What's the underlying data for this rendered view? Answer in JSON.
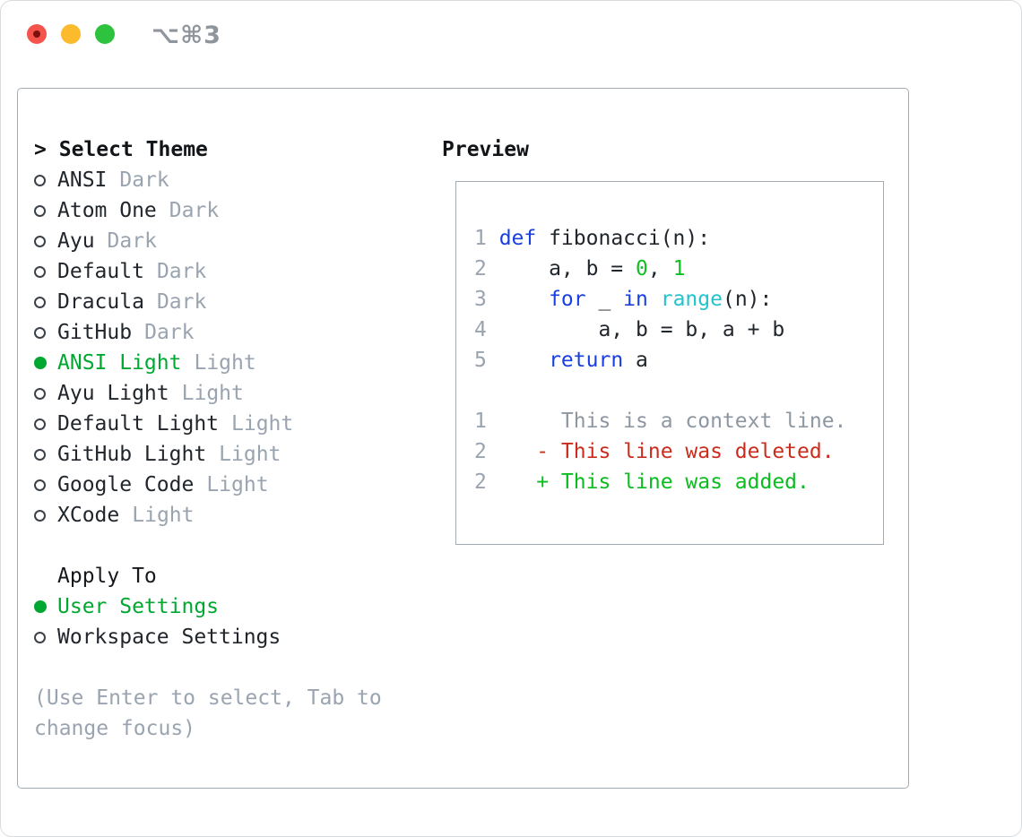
{
  "titlebar": {
    "shortcut": "⌥⌘3",
    "buttons": [
      "close",
      "minimize",
      "zoom"
    ]
  },
  "picker": {
    "prompt": ">",
    "title": "Select Theme",
    "themes": [
      {
        "name": "ANSI",
        "variant": "Dark",
        "selected": false
      },
      {
        "name": "Atom One",
        "variant": "Dark",
        "selected": false
      },
      {
        "name": "Ayu",
        "variant": "Dark",
        "selected": false
      },
      {
        "name": "Default",
        "variant": "Dark",
        "selected": false
      },
      {
        "name": "Dracula",
        "variant": "Dark",
        "selected": false
      },
      {
        "name": "GitHub",
        "variant": "Dark",
        "selected": false
      },
      {
        "name": "ANSI Light",
        "variant": "Light",
        "selected": true
      },
      {
        "name": "Ayu Light",
        "variant": "Light",
        "selected": false
      },
      {
        "name": "Default Light",
        "variant": "Light",
        "selected": false
      },
      {
        "name": "GitHub Light",
        "variant": "Light",
        "selected": false
      },
      {
        "name": "Google Code",
        "variant": "Light",
        "selected": false
      },
      {
        "name": "XCode",
        "variant": "Light",
        "selected": false
      }
    ],
    "apply_to": {
      "label": "Apply To",
      "options": [
        {
          "label": "User Settings",
          "selected": true
        },
        {
          "label": "Workspace Settings",
          "selected": false
        }
      ]
    },
    "hint": "(Use Enter to select, Tab to change focus)"
  },
  "preview": {
    "label": "Preview",
    "code_lines": [
      {
        "num": "1",
        "tokens": [
          {
            "text": "def",
            "type": "keyword"
          },
          {
            "text": " fibonacci(n):",
            "type": "text"
          }
        ]
      },
      {
        "num": "2",
        "tokens": [
          {
            "text": "    a, b = ",
            "type": "text"
          },
          {
            "text": "0",
            "type": "number"
          },
          {
            "text": ", ",
            "type": "text"
          },
          {
            "text": "1",
            "type": "number"
          }
        ]
      },
      {
        "num": "3",
        "tokens": [
          {
            "text": "    ",
            "type": "text"
          },
          {
            "text": "for",
            "type": "keyword"
          },
          {
            "text": " _ ",
            "type": "text"
          },
          {
            "text": "in",
            "type": "keyword"
          },
          {
            "text": " ",
            "type": "text"
          },
          {
            "text": "range",
            "type": "function"
          },
          {
            "text": "(n):",
            "type": "text"
          }
        ]
      },
      {
        "num": "4",
        "tokens": [
          {
            "text": "        a, b = b, a + b",
            "type": "text"
          }
        ]
      },
      {
        "num": "5",
        "tokens": [
          {
            "text": "    ",
            "type": "text"
          },
          {
            "text": "return",
            "type": "keyword"
          },
          {
            "text": " a",
            "type": "text"
          }
        ]
      }
    ],
    "diff_lines": [
      {
        "num": "1",
        "tokens": [
          {
            "text": "     This is a context line.",
            "type": "context"
          }
        ]
      },
      {
        "num": "2",
        "tokens": [
          {
            "text": "   - This line was deleted.",
            "type": "deleted"
          }
        ]
      },
      {
        "num": "2",
        "tokens": [
          {
            "text": "   + This line was added.",
            "type": "added"
          }
        ]
      }
    ]
  },
  "colors": {
    "keyword": "#1a3fe0",
    "number": "#12bf22",
    "function": "#23c3cd",
    "text": "#21262c",
    "context": "#8d97a2",
    "deleted": "#cb2c1d",
    "added": "#0abd1e",
    "selected": "#00a832",
    "muted": "#9aa4b0",
    "border": "#a3abb5",
    "traffic-red": "#f4544c",
    "traffic-yellow": "#fcba2d",
    "traffic-green": "#2ec33e"
  }
}
